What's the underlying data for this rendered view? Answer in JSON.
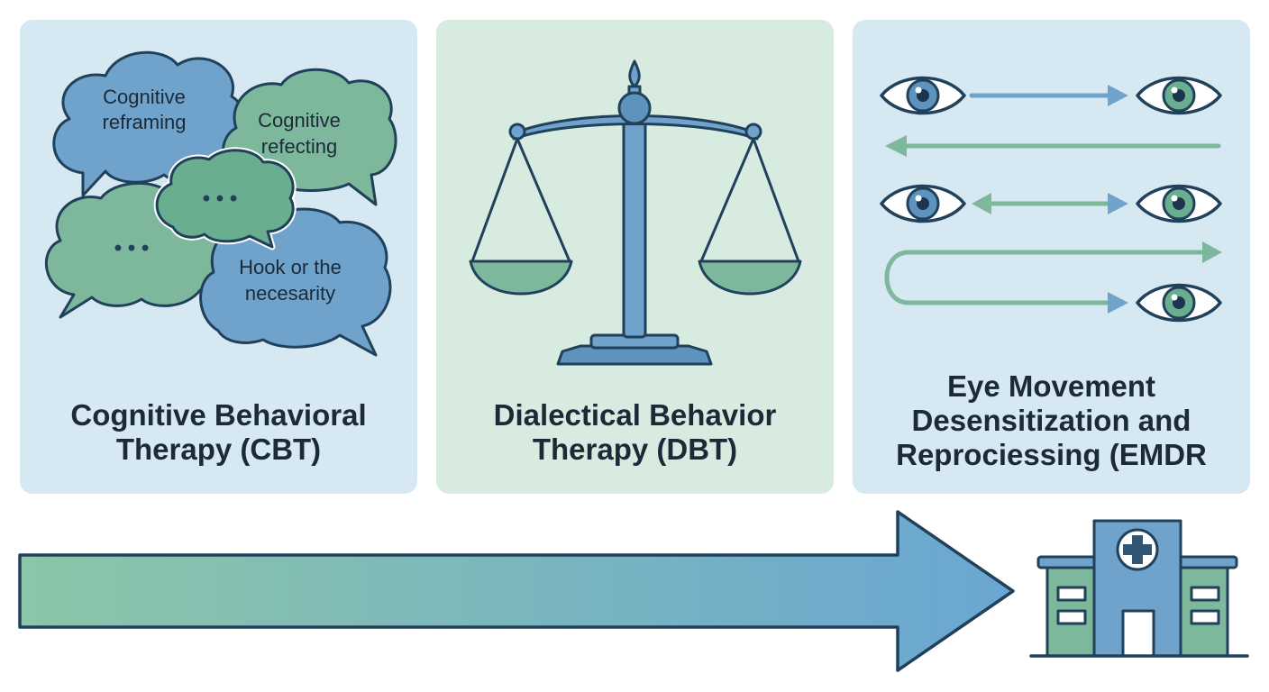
{
  "panels": [
    {
      "id": "cbt",
      "title_lines": [
        "Cognitive Behavioral",
        "Therapy (CBT)"
      ],
      "bubbles": {
        "b1": [
          "Cognitive",
          "reframing"
        ],
        "b2": [
          "Cognitive",
          "refecting"
        ],
        "b3": "• • •",
        "b4": "• • •",
        "b5": [
          "Hook or the",
          "necesarity"
        ]
      }
    },
    {
      "id": "dbt",
      "title_lines": [
        "Dialectical Behavior",
        "Therapy (DBT)"
      ]
    },
    {
      "id": "emdr",
      "title_lines": [
        "Eye Movement",
        "Desensitization and",
        "Reprociessing (EMDR"
      ]
    }
  ],
  "colors": {
    "blue_panel": "#d6e8f2",
    "green_panel": "#d8ebe1",
    "blue": "#6fa3cc",
    "green": "#7db89c",
    "outline": "#21415b"
  },
  "icons": [
    "speech-bubble-icon",
    "balance-scale-icon",
    "eye-icon",
    "arrow-icon",
    "hospital-icon"
  ]
}
